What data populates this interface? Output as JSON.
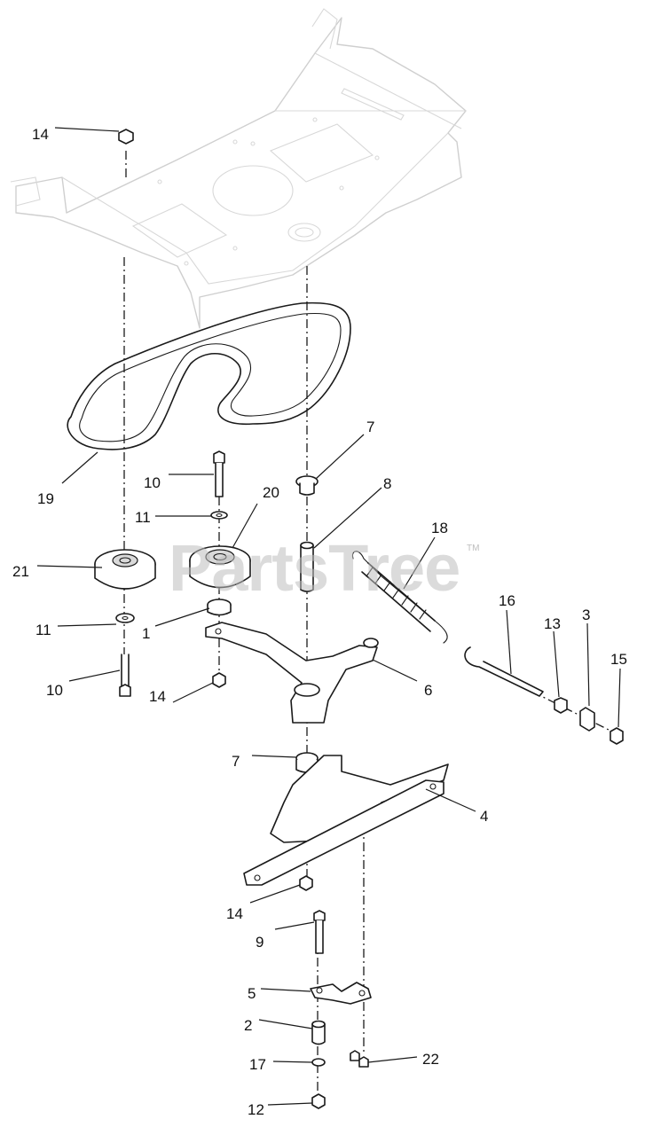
{
  "watermark": {
    "text": "PartsTree",
    "trademark": "TM"
  },
  "callouts": [
    {
      "id": "c14a",
      "label": "14"
    },
    {
      "id": "c19",
      "label": "19"
    },
    {
      "id": "c7a",
      "label": "7"
    },
    {
      "id": "c8",
      "label": "8"
    },
    {
      "id": "c10a",
      "label": "10"
    },
    {
      "id": "c20",
      "label": "20"
    },
    {
      "id": "c11a",
      "label": "11"
    },
    {
      "id": "c18",
      "label": "18"
    },
    {
      "id": "c21",
      "label": "21"
    },
    {
      "id": "c11b",
      "label": "11"
    },
    {
      "id": "c1",
      "label": "1"
    },
    {
      "id": "c16",
      "label": "16"
    },
    {
      "id": "c13",
      "label": "13"
    },
    {
      "id": "c3",
      "label": "3"
    },
    {
      "id": "c15",
      "label": "15"
    },
    {
      "id": "c10b",
      "label": "10"
    },
    {
      "id": "c6",
      "label": "6"
    },
    {
      "id": "c14b",
      "label": "14"
    },
    {
      "id": "c7b",
      "label": "7"
    },
    {
      "id": "c4",
      "label": "4"
    },
    {
      "id": "c14c",
      "label": "14"
    },
    {
      "id": "c9",
      "label": "9"
    },
    {
      "id": "c5",
      "label": "5"
    },
    {
      "id": "c2",
      "label": "2"
    },
    {
      "id": "c17",
      "label": "17"
    },
    {
      "id": "c22",
      "label": "22"
    },
    {
      "id": "c12",
      "label": "12"
    }
  ]
}
